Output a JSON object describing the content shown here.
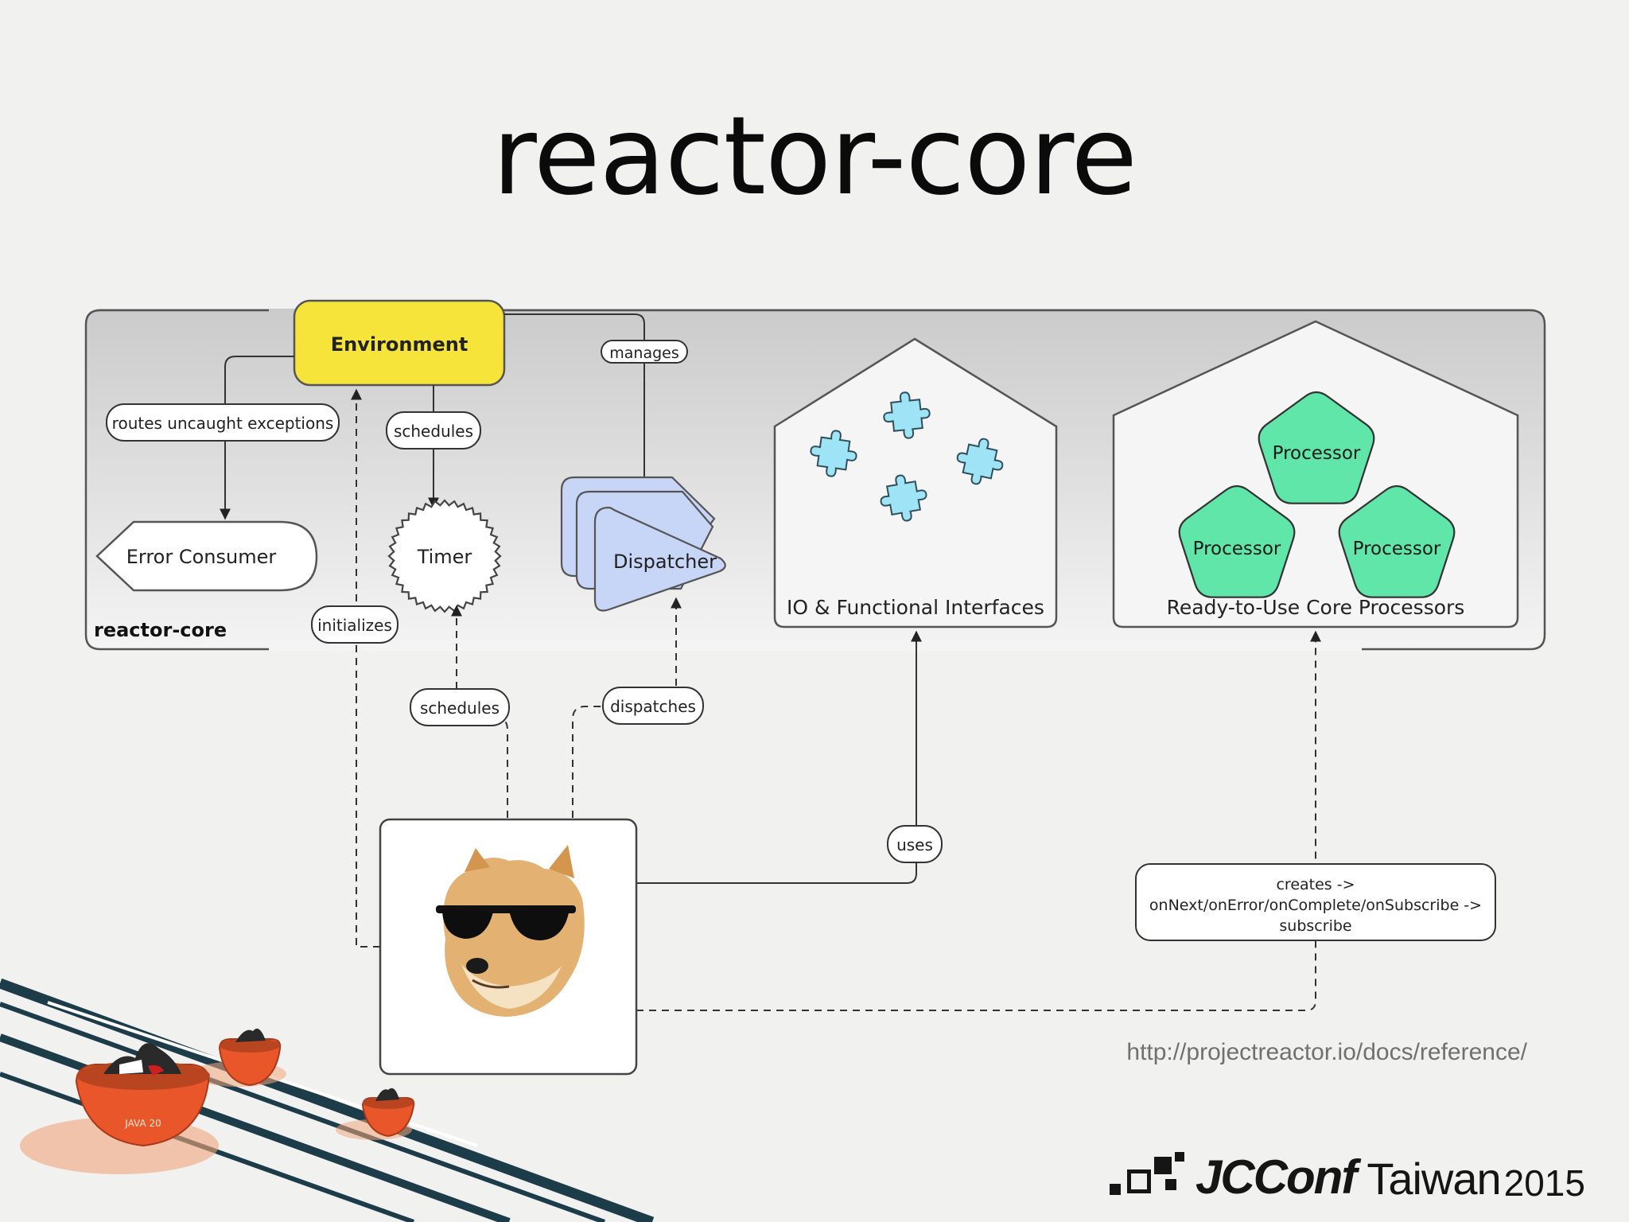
{
  "slide": {
    "title": "reactor-core",
    "url": "http://projectreactor.io/docs/reference/"
  },
  "diagram": {
    "module_label": "reactor-core",
    "nodes": {
      "environment": "Environment",
      "error_consumer": "Error Consumer",
      "timer": "Timer",
      "dispatcher": "Dispatcher",
      "io_functional": "IO & Functional Interfaces",
      "core_processors": "Ready-to-Use Core Processors",
      "processor_1": "Processor",
      "processor_2": "Processor",
      "processor_3": "Processor"
    },
    "edge_labels": {
      "routes": "routes uncaught exceptions",
      "schedules_top": "schedules",
      "manages": "manages",
      "initializes": "initializes",
      "schedules_bottom": "schedules",
      "dispatches": "dispatches",
      "uses": "uses",
      "creates_line1": "creates ->",
      "creates_line2": "onNext/onError/onComplete/onSubscribe ->",
      "creates_line3": "subscribe"
    }
  },
  "branding": {
    "logo_primary": "JCConf",
    "logo_secondary": "Taiwan",
    "logo_year": "2015",
    "cup_label": "JAVA 20"
  },
  "colors": {
    "environment_fill": "#f7e43a",
    "dispatcher_fill": "#c7d5f7",
    "processor_fill": "#5fe6a8",
    "puzzle_fill": "#9fe3f7",
    "cup_orange": "#e8562a"
  },
  "icons": [
    "puzzle-pieces-icon",
    "doge-sunglasses-icon",
    "mascot-cup-icon"
  ]
}
